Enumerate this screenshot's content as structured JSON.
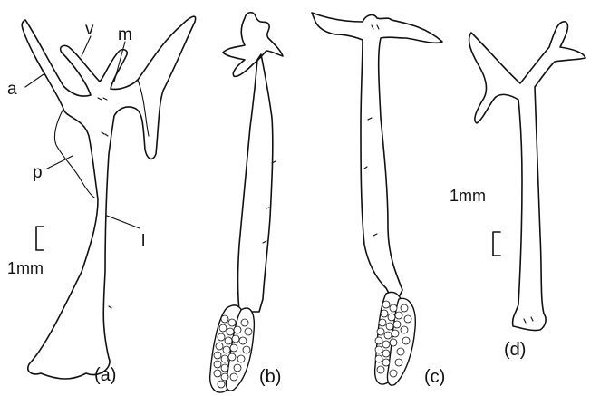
{
  "labels": {
    "a_label": "a",
    "v_label": "v",
    "m_label": "m",
    "p_label": "p",
    "l_label": "l"
  },
  "panels": {
    "a": "(a)",
    "b": "(b)",
    "c": "(c)",
    "d": "(d)"
  },
  "scale_bars": {
    "left": "1mm",
    "right": "1mm"
  }
}
